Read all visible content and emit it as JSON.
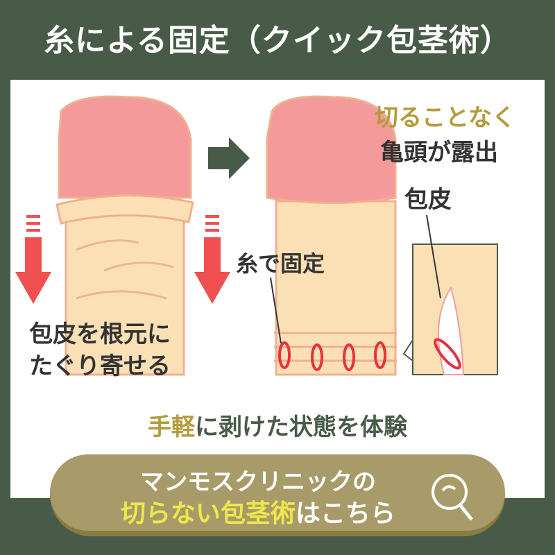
{
  "title": "糸による固定（クイック包茎術）",
  "labels": {
    "pull_back_1": "包皮を根元に",
    "pull_back_2": "たぐり寄せる",
    "fix_thread": "糸で固定",
    "no_cut": "切ることなく",
    "exposed": "亀頭が露出",
    "foreskin": "包皮"
  },
  "subtitle": {
    "highlight": "手軽",
    "rest": "に剥けた状態を体験"
  },
  "cta": {
    "line1": "マンモスクリニックの",
    "line2_highlight": "切らない包茎術",
    "line2_rest": "はこちら"
  },
  "colors": {
    "bg": "#485b48",
    "button": "#a89b69",
    "accent_yellow": "#f0e84a",
    "gold": "#b39b3c",
    "arrow_red": "#f05050",
    "skin": "#fbe0b6",
    "glans": "#f59a9a"
  }
}
